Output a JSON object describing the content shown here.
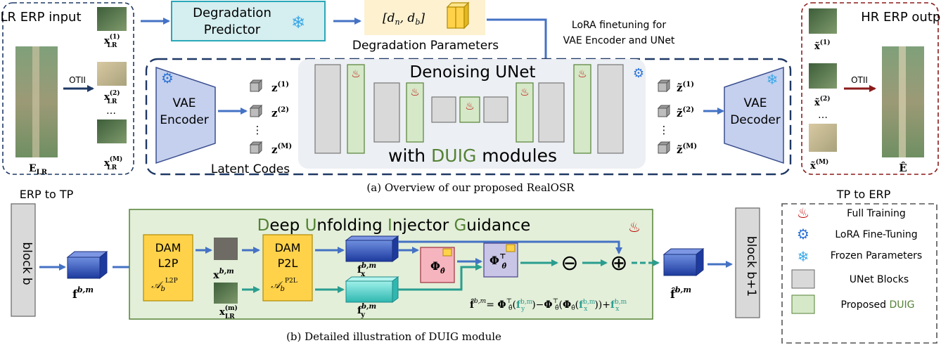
{
  "colors": {
    "blue_arrow": "#4472c4",
    "dark_red": "#8b1a1a",
    "green_text": "#548235",
    "duig_fill": "#e3efd9",
    "duig_block": "#d5e8c8",
    "duig_border": "#548235",
    "unet_block": "#d9d9d9",
    "unet_bg": "#eceff3",
    "vae_fill": "#c5d0ee",
    "predictor_fill": "#d5eef0",
    "predictor_border": "#2aa8b8",
    "params_fill": "#fdf1d0",
    "dam_fill": "#ffd24a",
    "cube_blue": "#2f4fb5",
    "cube_cyan": "#58d6d0",
    "phi_pink": "#f6b4be",
    "phi_lilac": "#c9c5e6",
    "teal_arrow": "#2a9d8f",
    "fire": "#c00000",
    "gear": "#2e75d6",
    "snow": "#3aa8e8"
  },
  "top": {
    "lr_title": "LR ERP input",
    "lr_label": "E_LR",
    "x_lr_1": "x^(1)_LR",
    "x_lr_2": "x^(2)_LR",
    "x_lr_m": "x^(M)_LR",
    "otii_in": "OTII",
    "erp_to_tp": "ERP to TP",
    "predictor_label": "Degradation Predictor",
    "params_formula": "[dn, db]",
    "params_caption": "Degradation Parameters",
    "lora_note": "LoRA finetuning for VAE Encoder and UNet",
    "vae_encoder": "VAE Encoder",
    "z1": "z(1)",
    "z2": "z(2)",
    "zm": "z(M)",
    "dots": "⋮",
    "latent_codes": "Latent Codes",
    "unet_title": "Denoising UNet",
    "unet_sub_pre": "with ",
    "unet_sub_duig": "DUIG",
    "unet_sub_post": " modules",
    "zt1": "z̃(1)",
    "zt2": "z̃(2)",
    "ztm": "z̃(M)",
    "vae_decoder": "VAE Decoder",
    "hr_title": "HR ERP output",
    "xt1": "x̃(1)",
    "xt2": "x̃(2)",
    "xtm": "x̃(M)",
    "hdots": "…",
    "otii_out": "OTII",
    "hr_label": "Ê",
    "tp_to_erp": "TP to ERP",
    "caption_a": "(a) Overview of our proposed RealOSR"
  },
  "bottom": {
    "block_b": "block b",
    "block_b1": "block b+1",
    "f_in": "f^{b,m}",
    "duig_title_parts": [
      "D",
      "eep ",
      "U",
      "nfolding ",
      "I",
      "njector ",
      "G",
      "uidance"
    ],
    "dam1_l1": "DAM",
    "dam1_l2": "L2P",
    "dam1_math": "A_b^L2P",
    "dam2_l1": "DAM",
    "dam2_l2": "P2L",
    "dam2_math": "A_b^P2L",
    "x_bm": "x^{b,m}",
    "x_lr_m": "x^(m)_LR",
    "fx": "f_x^{b,m}",
    "fy": "f_y^{b,m}",
    "phi": "Φ_θ̂",
    "phi_t": "Φ_θ̂^⊤",
    "minus": "⊖",
    "plus": "⊕",
    "f_out": "f̂^{b,m}",
    "equation": "f̂^{b,m} = Φ_θ̂^⊤(f_y^{b,m}) − Φ_θ̂^⊤(Φ_θ̂(f_x^{b,m})) + f_x^{b,m}",
    "caption_b": "(b) Detailed illustration of DUIG module"
  },
  "legend": {
    "full_training": "Full Training",
    "lora": "LoRA Fine-Tuning",
    "frozen": "Frozen Parameters",
    "unet_blocks": "UNet Blocks",
    "proposed_pre": "Proposed ",
    "proposed_duig": "DUIG"
  }
}
